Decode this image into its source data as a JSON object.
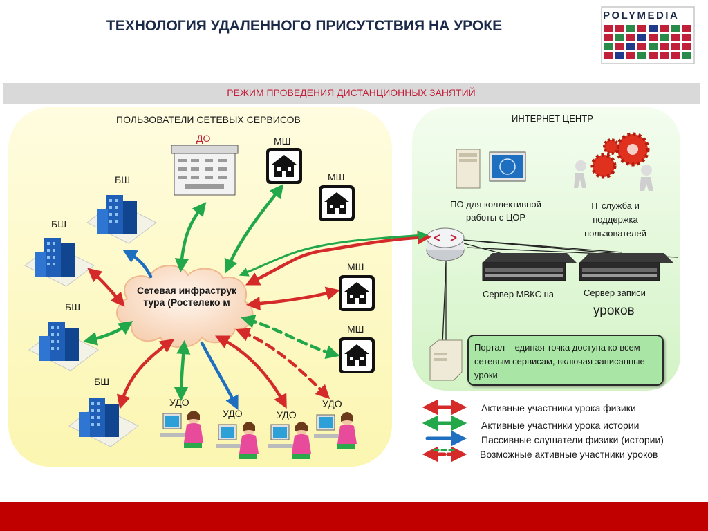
{
  "header": {
    "title": "ТЕХНОЛОГИЯ УДАЛЕННОГО ПРИСУТСТВИЯ НА УРОКЕ",
    "logo": "POLYMEDIA"
  },
  "banner": {
    "text": "РЕЖИМ ПРОВЕДЕНИЯ ДИСТАНЦИОННЫХ ЗАНЯТИЙ"
  },
  "left_panel": {
    "title": "ПОЛЬЗОВАТЕЛИ СЕТЕВЫХ  СЕРВИСОВ",
    "nodes": {
      "do": "ДО",
      "msh": "МШ",
      "bsh": "БШ",
      "udo": "УДО"
    },
    "cloud": "Сетевая инфраструк тура (Ростелеко м"
  },
  "right_panel": {
    "title": "ИНТЕРНЕТ ЦЕНТР",
    "po_label": "ПО для коллективной работы с ЦОР",
    "it_label": "IT служба и поддержка пользователей",
    "server_mvks": "Сервер МВКС на",
    "server_rec_1": "Сервер записи",
    "server_rec_2": "уроков",
    "portal": "Портал – единая точка доступа ко всем сетевым сервисам, включая записанные уроки"
  },
  "legend": [
    {
      "text": "Активные участники урока физики",
      "color": "#d42a2a",
      "style": "double"
    },
    {
      "text": "Активные участники урока истории",
      "color": "#22a84a",
      "style": "double"
    },
    {
      "text": "Пассивные слушатели физики (истории)",
      "color": "#1f6fc0",
      "style": "single"
    },
    {
      "text": "Возможные активные участники уроков",
      "color": "#d42a2a",
      "color2": "#22a84a",
      "style": "dashed"
    }
  ],
  "colors": {
    "red": "#d42a2a",
    "green": "#22a84a",
    "blue": "#1f6fc0",
    "left_bg": "#fdfbc8",
    "right_bg": "#e1f7d5",
    "bottom_bar": "#c00000"
  }
}
